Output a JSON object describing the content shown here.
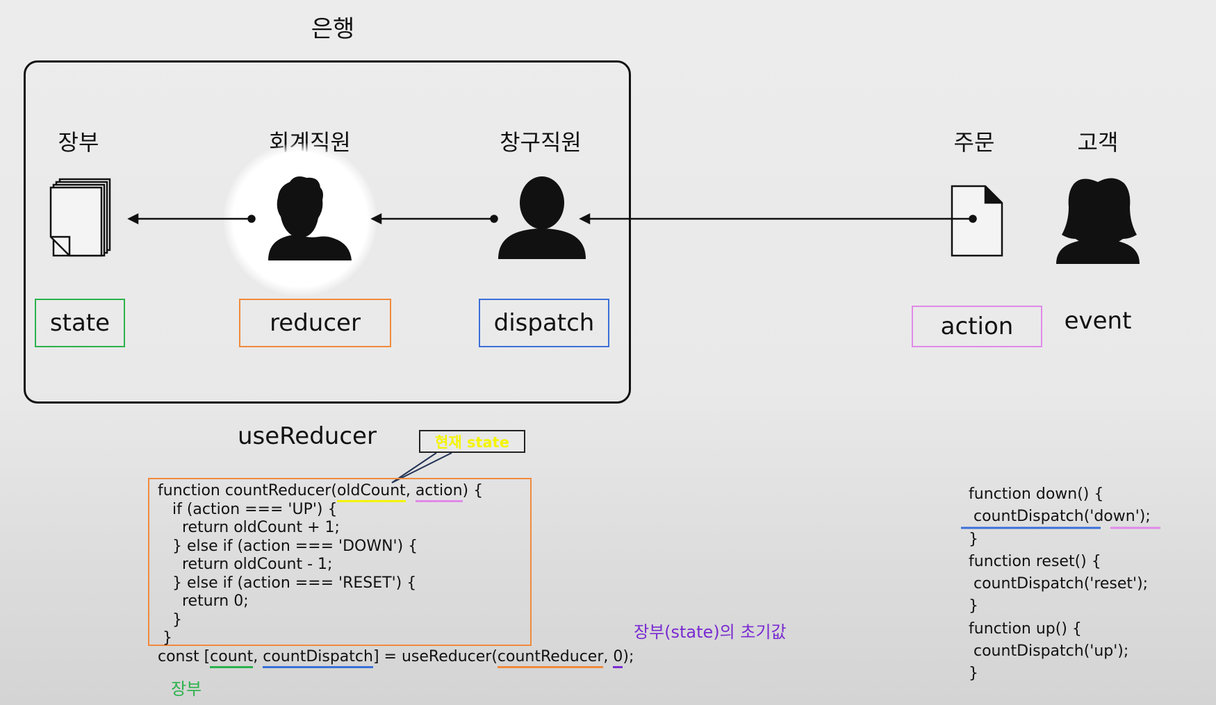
{
  "diagram": {
    "title": "은행",
    "roles": [
      {
        "label": "장부",
        "term": "state",
        "color": "#2bb24c"
      },
      {
        "label": "회계직원",
        "term": "reducer",
        "color": "#f08a3c"
      },
      {
        "label": "창구직원",
        "term": "dispatch",
        "color": "#3a6fd8"
      },
      {
        "label": "주문",
        "term": "action",
        "color": "#e08ae8"
      },
      {
        "label": "고객",
        "term": "event"
      }
    ],
    "hook_label": "useReducer",
    "callout": "현재 state"
  },
  "code_reducer": {
    "lines": [
      "function countReducer(oldCount, action) {",
      "   if (action === 'UP') {",
      "     return oldCount + 1;",
      "   } else if (action === 'DOWN') {",
      "     return oldCount - 1;",
      "   } else if (action === 'RESET') {",
      "     return 0;",
      "   }",
      " }"
    ],
    "const_line": {
      "prefix": "const [",
      "count": "count",
      "sep": ", ",
      "dispatch": "countDispatch",
      "mid": "] = useReducer(",
      "reducer": "countReducer",
      "comma": ", ",
      "init": "0",
      "suffix": ");"
    },
    "note_initial": "장부(state)의 초기값",
    "note_ledger": "장부"
  },
  "code_handlers": {
    "down_open": "function down() {",
    "down_call_fn": "countDispatch",
    "down_call_arg": "('down')",
    "down_call_end": ";",
    "down_close": "}",
    "reset_open": "function reset() {",
    "reset_call": "countDispatch('reset');",
    "reset_close": "}",
    "up_open": "function up() {",
    "up_call": "countDispatch('up');",
    "up_close": "}"
  },
  "colors": {
    "state": "#2bb24c",
    "reducer": "#f08a3c",
    "dispatch": "#3a6fd8",
    "action": "#e08ae8",
    "highlight_yellow": "#f4f400",
    "purple_note": "#7a2bd1"
  }
}
